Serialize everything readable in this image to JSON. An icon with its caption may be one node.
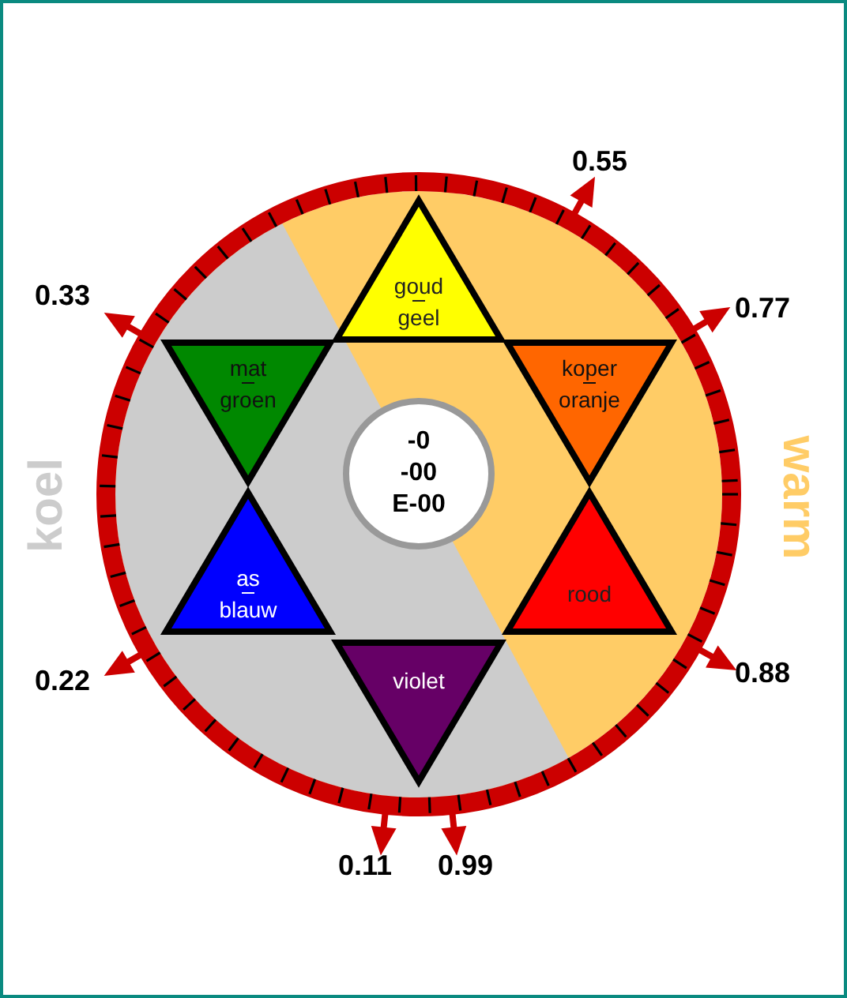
{
  "diagram": {
    "nodes": [
      {
        "text": [
          "goud",
          "geel"
        ]
      },
      {
        "text": [
          "mat",
          "groen"
        ]
      },
      {
        "text": [
          "koper",
          "oranje"
        ]
      },
      {
        "text": [
          "-0 -00 E-00"
        ]
      },
      {
        "text": [
          "as",
          "blauw"
        ]
      },
      {
        "text": [
          "rood"
        ]
      },
      {
        "text": [
          "violet"
        ]
      }
    ],
    "labels": [
      "0.55",
      "0.33",
      "0.77",
      "koel",
      "warm",
      "0.22",
      "0.88",
      "0.11",
      "0.99"
    ]
  }
}
